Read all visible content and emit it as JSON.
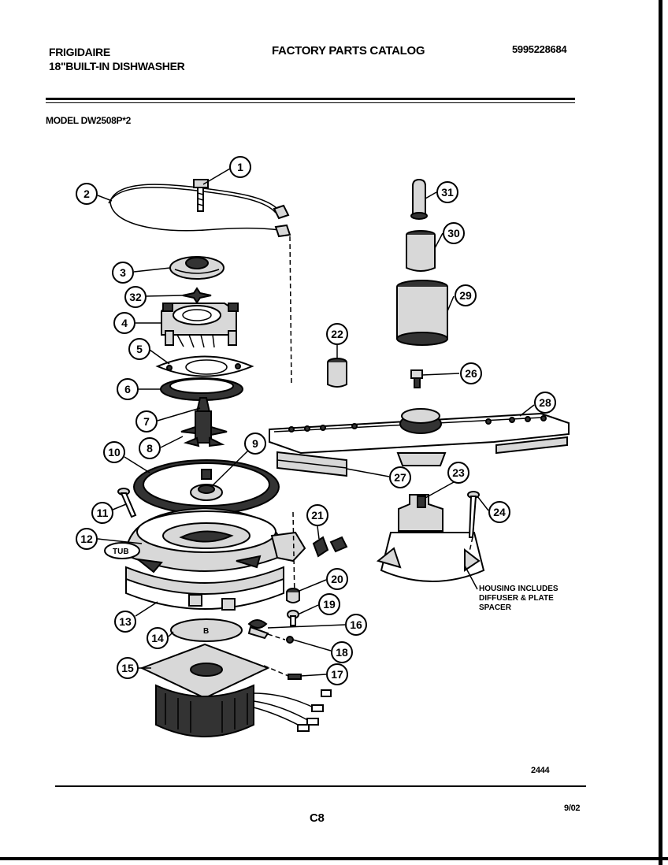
{
  "header": {
    "brand": "FRIGIDAIRE",
    "product": "18\"BUILT-IN DISHWASHER",
    "catalog_title": "FACTORY PARTS CATALOG",
    "catalog_number": "5995228684",
    "model": "MODEL DW2508P*2"
  },
  "diagram": {
    "callouts": [
      "1",
      "2",
      "3",
      "32",
      "4",
      "5",
      "6",
      "7",
      "8",
      "10",
      "9",
      "11",
      "12",
      "13",
      "14",
      "15",
      "31",
      "30",
      "29",
      "22",
      "26",
      "28",
      "27",
      "23",
      "24",
      "21",
      "20",
      "19",
      "16",
      "18",
      "17"
    ],
    "tub_label": "TUB",
    "housing_note": [
      "HOUSING INCLUDES",
      "DIFFUSER & PLATE",
      "SPACER"
    ],
    "plate_letter": "B"
  },
  "footer": {
    "drawing_number": "2444",
    "page": "C8",
    "date": "9/02"
  }
}
